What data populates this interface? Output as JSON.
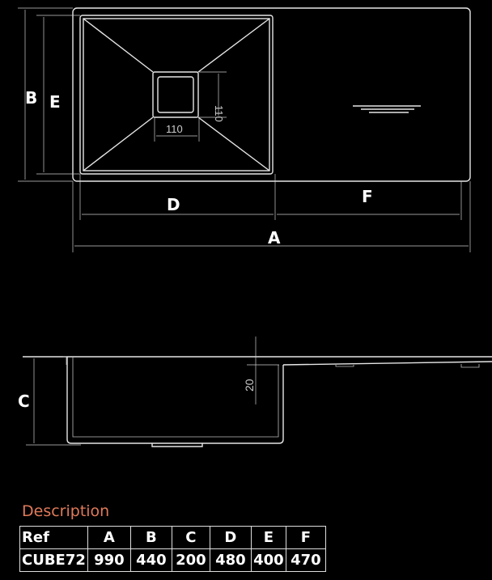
{
  "drawing": {
    "labels": {
      "A": "A",
      "B": "B",
      "C": "C",
      "D": "D",
      "E": "E",
      "F": "F"
    },
    "drain_width": "110",
    "drain_height": "110",
    "rim_height": "20"
  },
  "description_title": "Description",
  "table": {
    "headers": [
      "Ref",
      "A",
      "B",
      "C",
      "D",
      "E",
      "F"
    ],
    "rows": [
      [
        "CUBE72",
        "990",
        "440",
        "200",
        "480",
        "400",
        "470"
      ]
    ]
  },
  "colors": {
    "background": "#000000",
    "lines": "#e6e6e6",
    "title": "#e07a5a"
  }
}
